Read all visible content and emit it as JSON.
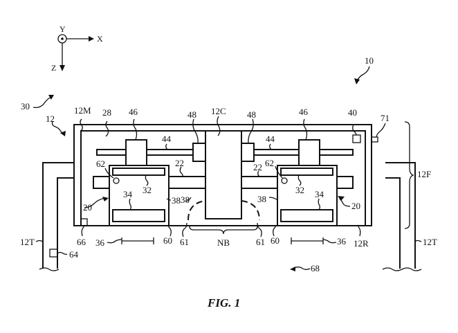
{
  "figure": {
    "caption": "FIG. 1",
    "axes": {
      "y": "Y",
      "x": "X",
      "z": "Z"
    },
    "labels": {
      "system": "10",
      "tool": "12",
      "frame_main": "12M",
      "column": "12C",
      "frame": "12F",
      "rail": "12R",
      "track_left": "12T",
      "track_right": "12T",
      "carriage_left": "20",
      "carriage_right": "20",
      "beam_left": "22",
      "beam_right": "22",
      "chamber": "28",
      "unit": "30",
      "bar_left": "32",
      "bar_right": "32",
      "tray_left": "34",
      "tray_right": "34",
      "scale_left": "36",
      "scale_right": "36",
      "side_left_a": "38",
      "side_left_b": "38",
      "side_right": "38",
      "sensor": "40",
      "rod_left": "44",
      "rod_right": "44",
      "block_left": "46",
      "block_right": "46",
      "clamp_left": "48",
      "clamp_right": "48",
      "foot_left": "60",
      "foot_right": "60",
      "edge_left": "61",
      "edge_right": "61",
      "dot_left": "62",
      "dot_right": "62",
      "pad": "64",
      "corner": "66",
      "floor": "68",
      "tab": "71",
      "nb": "NB"
    }
  }
}
